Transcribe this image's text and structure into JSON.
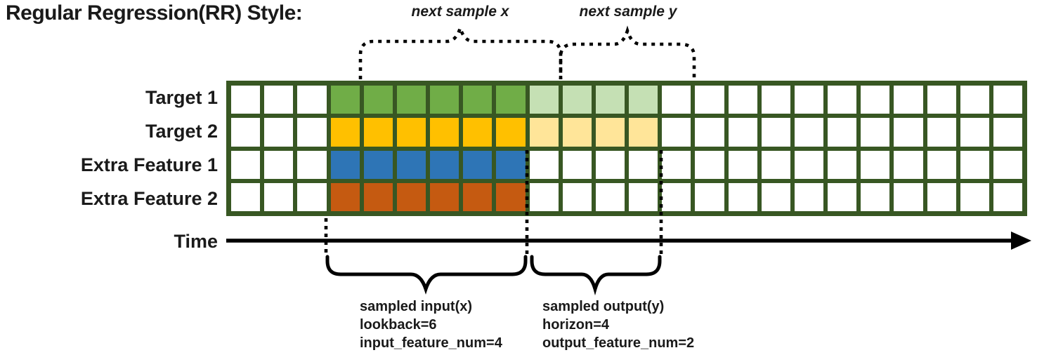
{
  "title": "Regular Regression(RR) Style:",
  "colors": {
    "grid_line": "#385723",
    "white": "#ffffff",
    "green": "#70AD47",
    "light_green": "#C5E0B4",
    "gold": "#FFC000",
    "light_gold": "#FFE599",
    "blue": "#2E75B6",
    "orange": "#C55A11",
    "ink": "#000000"
  },
  "top_annotations": {
    "next_sample_x": "next sample x",
    "next_sample_y": "next sample y"
  },
  "grid": {
    "columns": 24,
    "lead_empty_cols": 3,
    "input_cols": 6,
    "output_cols": 4,
    "rows": [
      {
        "label": "Target 1",
        "solid": "green",
        "light": "light_green"
      },
      {
        "label": "Target 2",
        "solid": "gold",
        "light": "light_gold"
      },
      {
        "label": "Extra Feature 1",
        "solid": "blue",
        "light": null
      },
      {
        "label": "Extra Feature 2",
        "solid": "orange",
        "light": null
      }
    ]
  },
  "time_axis": {
    "label": "Time"
  },
  "bottom_annotations": {
    "input": {
      "lines": [
        "sampled input(x)",
        "lookback=6",
        "input_feature_num=4"
      ]
    },
    "output": {
      "lines": [
        "sampled output(y)",
        "horizon=4",
        "output_feature_num=2"
      ]
    }
  }
}
